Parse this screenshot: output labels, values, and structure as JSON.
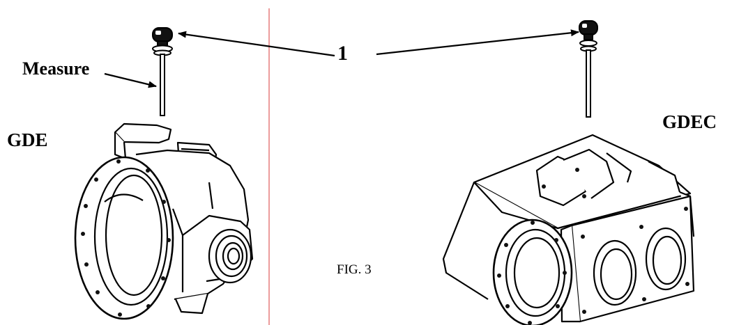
{
  "labels": {
    "measure": "Measure",
    "gde": "GDE",
    "gdec": "GDEC",
    "callout": "1",
    "figure_caption": "FIG. 3"
  },
  "colors": {
    "ink": "#000000",
    "divider": "#e05a5a",
    "background": "#ffffff"
  }
}
